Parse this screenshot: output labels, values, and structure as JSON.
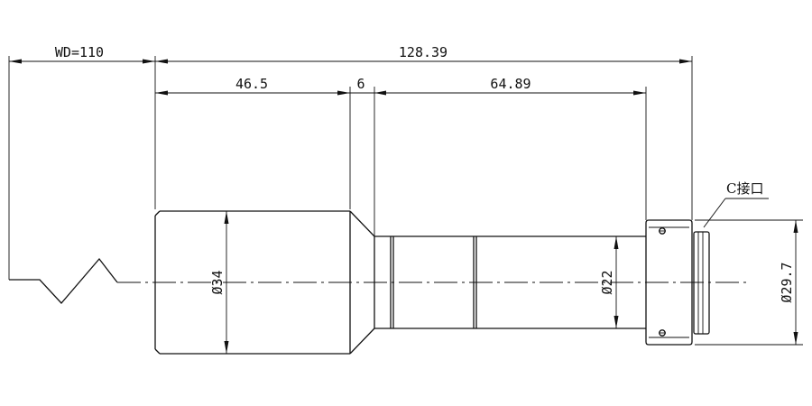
{
  "dimensions": {
    "working_distance": "WD=110",
    "total_length": "128.39",
    "front_barrel_length": "46.5",
    "taper_length": "6",
    "rear_barrel_length": "64.89",
    "front_diameter": "Ø34",
    "rear_diameter": "Ø22",
    "mount_diameter": "Ø29.7"
  },
  "labels": {
    "mount": "C接口"
  }
}
